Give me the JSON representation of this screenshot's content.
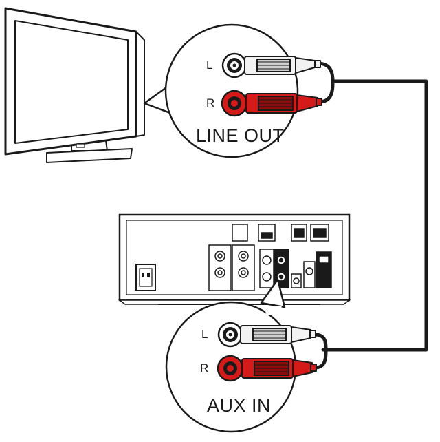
{
  "top_callout": {
    "left_label": "L",
    "right_label": "R",
    "caption": "LINE OUT"
  },
  "bottom_callout": {
    "left_label": "L",
    "right_label": "R",
    "caption": "AUX IN"
  },
  "colors": {
    "line": "#1a1a1a",
    "white_plug": "#f2f2f2",
    "red_plug": "#d51a1a",
    "red_dark": "#8c0c0c",
    "panel_fill": "#ffffff"
  }
}
